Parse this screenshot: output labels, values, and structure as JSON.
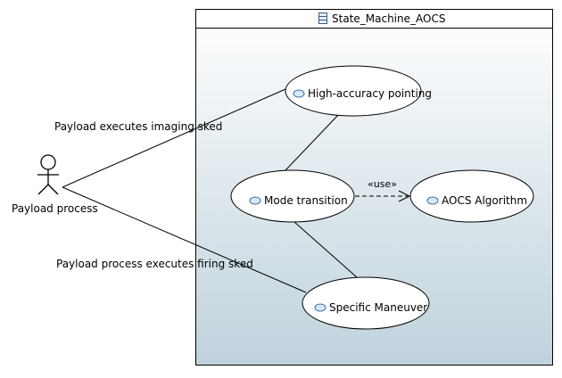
{
  "subject": {
    "title": "State_Machine_AOCS"
  },
  "actor": {
    "name": "Payload process"
  },
  "use_cases": {
    "high_accuracy": "High-accuracy pointing",
    "mode_transition": "Mode transition",
    "aocs_algorithm": "AOCS Algorithm",
    "specific_maneuver": "Specific Maneuver"
  },
  "associations": {
    "imaging": "Payload executes imaging sked",
    "firing": "Payload process executes firing sked"
  },
  "dependency": {
    "stereotype": "«use»"
  },
  "colors": {
    "frame_gradient_top": "#ffffff",
    "frame_gradient_bottom": "#bfd2dc",
    "usecase_icon_fill": "#d6e8f7",
    "usecase_icon_stroke": "#3a6fa5"
  }
}
